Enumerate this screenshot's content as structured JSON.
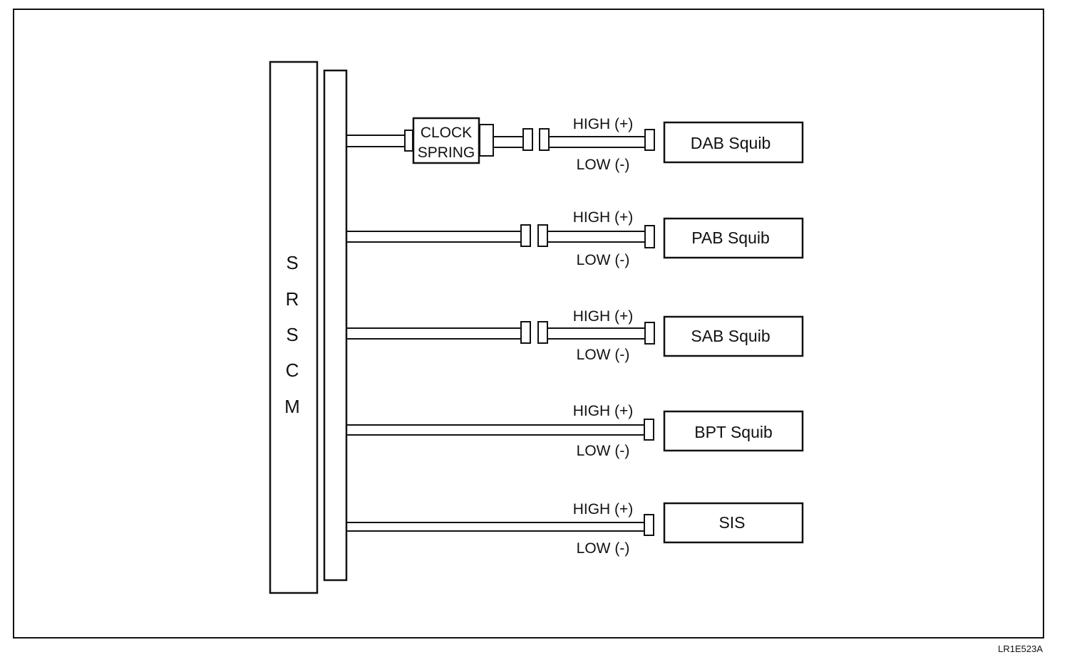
{
  "module": {
    "letters": [
      "S",
      "R",
      "S",
      "C",
      "M"
    ]
  },
  "clockspring": {
    "line1": "CLOCK",
    "line2": "SPRING"
  },
  "circuits": [
    {
      "device": "DAB Squib",
      "high_label": "HIGH (+)",
      "low_label": "LOW (-)"
    },
    {
      "device": "PAB Squib",
      "high_label": "HIGH (+)",
      "low_label": "LOW (-)"
    },
    {
      "device": "SAB Squib",
      "high_label": "HIGH (+)",
      "low_label": "LOW (-)"
    },
    {
      "device": "BPT Squib",
      "high_label": "HIGH (+)",
      "low_label": "LOW (-)"
    },
    {
      "device": "SIS",
      "high_label": "HIGH (+)",
      "low_label": "LOW (-)"
    }
  ],
  "figure_id": "LR1E523A"
}
